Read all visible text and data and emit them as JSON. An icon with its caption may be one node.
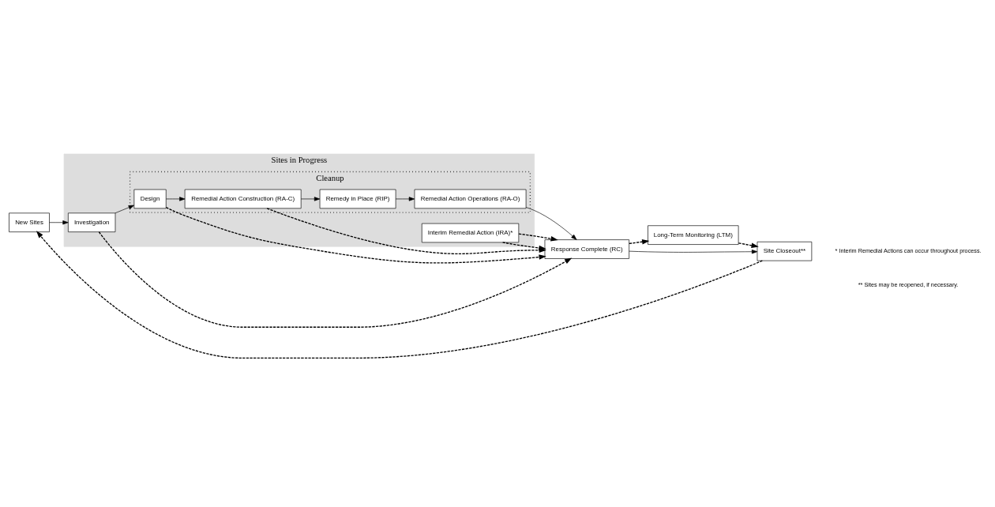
{
  "diagram": {
    "nodes": [
      {
        "text": [
          "Sites in Progress"
        ]
      },
      {
        "text": [
          "Cleanup"
        ],
        "in": 0
      },
      {
        "text": [
          "New Sites"
        ]
      },
      {
        "text": [
          "Investigation"
        ],
        "in": 0
      },
      {
        "text": [
          "Design"
        ],
        "in": 1
      },
      {
        "text": [
          "Remedial Action Construction (RA-C)"
        ],
        "in": 1
      },
      {
        "text": [
          "Remedy in Place (RIP)"
        ],
        "in": 1
      },
      {
        "text": [
          "Remedial Action Operations (RA-O)"
        ],
        "in": 1
      },
      {
        "text": [
          "Interim Remedial Action (IRA)*"
        ],
        "in": 0
      },
      {
        "text": [
          "Response Complete (RC)"
        ]
      },
      {
        "text": [
          "Long-Term Monitoring (LTM)"
        ]
      },
      {
        "text": [
          "Site Closeout**"
        ]
      }
    ],
    "edges": [
      {
        "from": 2,
        "to": 3,
        "arrow": "to"
      },
      {
        "from": 3,
        "to": 4,
        "arrow": "to"
      },
      {
        "from": 4,
        "to": 5,
        "arrow": "to"
      },
      {
        "from": 5,
        "to": 6,
        "arrow": "to"
      },
      {
        "from": 6,
        "to": 7,
        "arrow": "to"
      },
      {
        "from": 7,
        "to": 9,
        "arrow": "to"
      },
      {
        "from": 3,
        "to": 9,
        "arrow": "to",
        "style": "dashed"
      },
      {
        "from": 4,
        "to": 9,
        "arrow": "to",
        "style": "dashed"
      },
      {
        "from": 5,
        "to": 9,
        "arrow": "to",
        "style": "dashed"
      },
      {
        "from": 8,
        "to": 9,
        "arrow": "to",
        "style": "dashed"
      },
      {
        "from": 8,
        "to": 9,
        "arrow": "to",
        "style": "dashed"
      },
      {
        "from": 9,
        "to": 11,
        "arrow": "to"
      },
      {
        "from": 9,
        "to": 10,
        "arrow": "to",
        "style": "dashed"
      },
      {
        "from": 10,
        "to": 11,
        "arrow": "to",
        "style": "dashed"
      },
      {
        "from": 11,
        "to": 2,
        "arrow": "to",
        "style": "dashed"
      }
    ],
    "labels": [
      "* Interim Remedial Actions can occur throughout process.",
      "** Sites may be reopened, if necessary."
    ]
  }
}
